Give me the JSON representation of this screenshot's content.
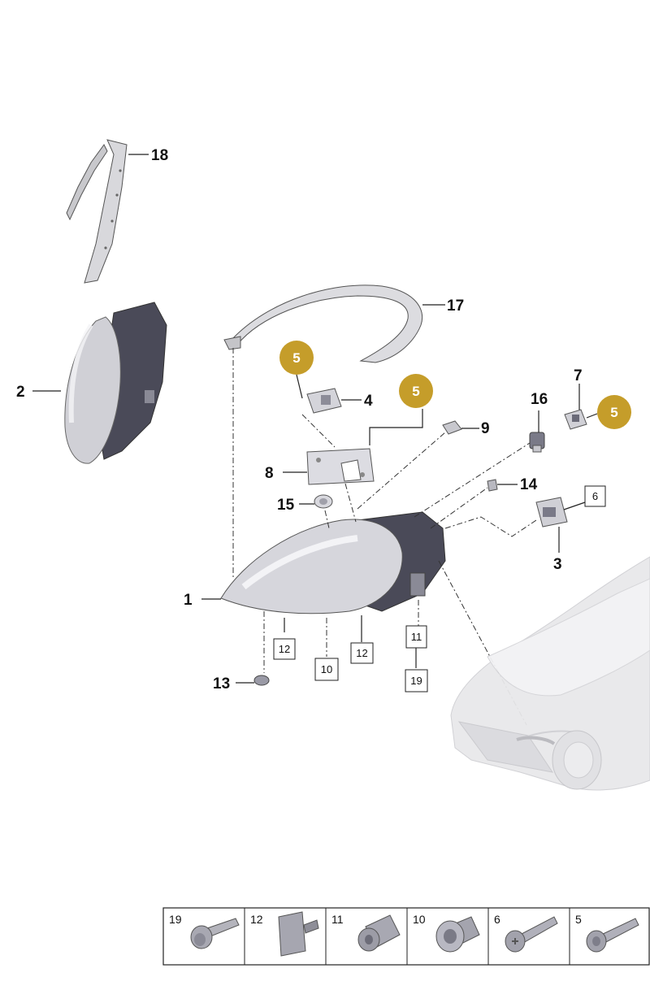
{
  "callouts": {
    "n1": "1",
    "n2": "2",
    "n3": "3",
    "n4": "4",
    "n7": "7",
    "n8": "8",
    "n9": "9",
    "n13": "13",
    "n14": "14",
    "n15": "15",
    "n16": "16",
    "n17": "17",
    "n18": "18"
  },
  "badges": {
    "b1": "5",
    "b2": "5",
    "b3": "5"
  },
  "boxed": {
    "b6": "6",
    "b10": "10",
    "b11": "11",
    "b12a": "12",
    "b12b": "12",
    "b19": "19"
  },
  "legend": [
    {
      "num": "19",
      "icon": "flange-bolt-icon"
    },
    {
      "num": "12",
      "icon": "clip-plate-icon"
    },
    {
      "num": "11",
      "icon": "spacer-sleeve-icon"
    },
    {
      "num": "10",
      "icon": "expanding-nut-icon"
    },
    {
      "num": "6",
      "icon": "torx-bolt-icon"
    },
    {
      "num": "5",
      "icon": "hex-bolt-icon"
    }
  ],
  "colors": {
    "badge": "#c59d2a",
    "part_fill": "#dcdce0",
    "dark_part": "#4a4a58",
    "car": "#e6e6e8"
  }
}
